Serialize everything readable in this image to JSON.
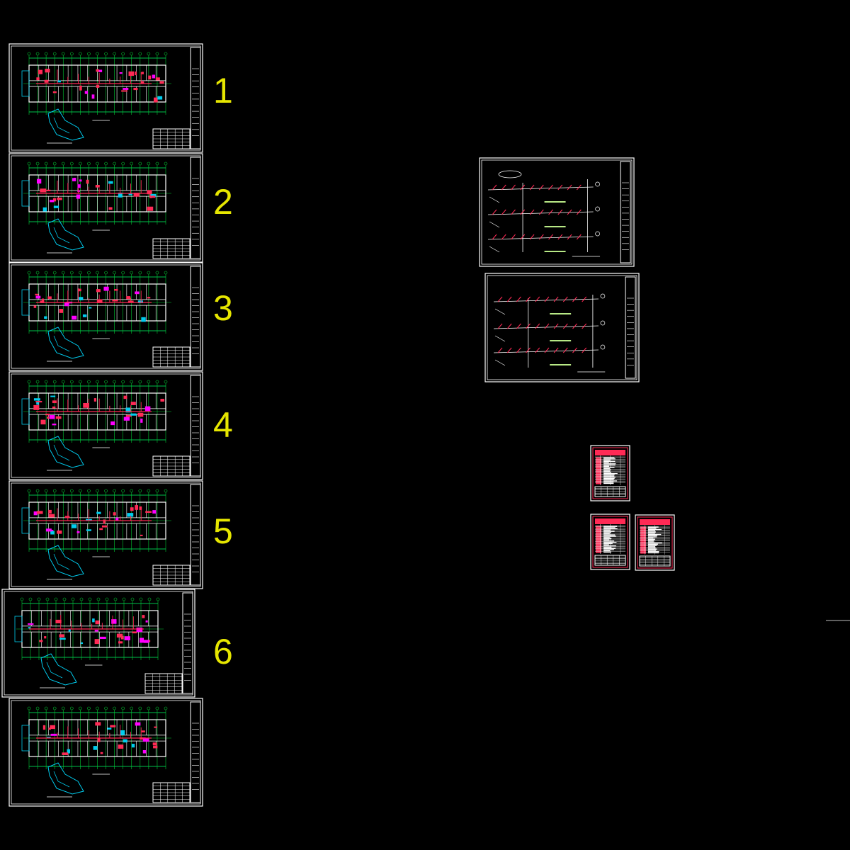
{
  "sheet_numbers": [
    "1",
    "2",
    "3",
    "4",
    "5",
    "6"
  ],
  "colors": {
    "background": "#000000",
    "frame": "#ffffff",
    "plan_grid": "#00cc33",
    "wall": "#ffffff",
    "pipe": "#ff2a55",
    "fixture": "#ff00ff",
    "equipment": "#00ccee",
    "dimension": "#00ff66",
    "label_bar": "#b8e986",
    "sheet_number": "#e6e600"
  }
}
